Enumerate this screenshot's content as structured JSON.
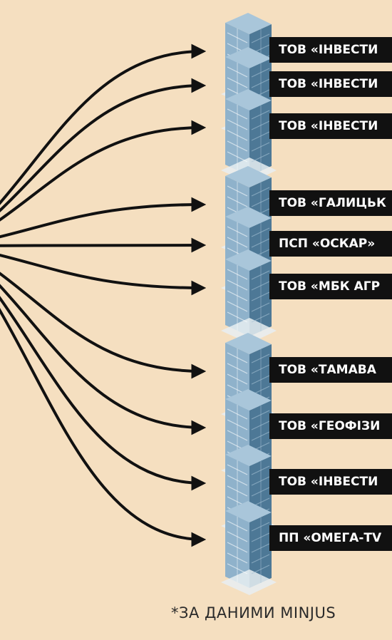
{
  "companies": [
    {
      "name": "ТОВ «ІНВЕСТИ"
    },
    {
      "name": "ТОВ «ІНВЕСТИ"
    },
    {
      "name": "ТОВ «ІНВЕСТИ"
    },
    {
      "name": "ТОВ «ГАЛИЦЬК"
    },
    {
      "name": "ПСП «ОСКАР»"
    },
    {
      "name": "ТОВ «МБК АГР"
    },
    {
      "name": "ТОВ «ТАМАВА"
    },
    {
      "name": "ТОВ «ГЕОФІЗИ"
    },
    {
      "name": "ТОВ «ІНВЕСТИ"
    },
    {
      "name": "ПП «ОМЕГА-TV"
    }
  ],
  "source_note": "*ЗА ДАНИМИ MINJUS",
  "colors": {
    "background": "#f5dfc0",
    "label_bg": "#111111",
    "arrow": "#111111",
    "building_light": "#8fb2cb",
    "building_dark": "#4d7896",
    "building_top": "#a9c6da"
  },
  "icons": {
    "building": "office-building-icon",
    "arrow": "arrow-right-icon"
  }
}
